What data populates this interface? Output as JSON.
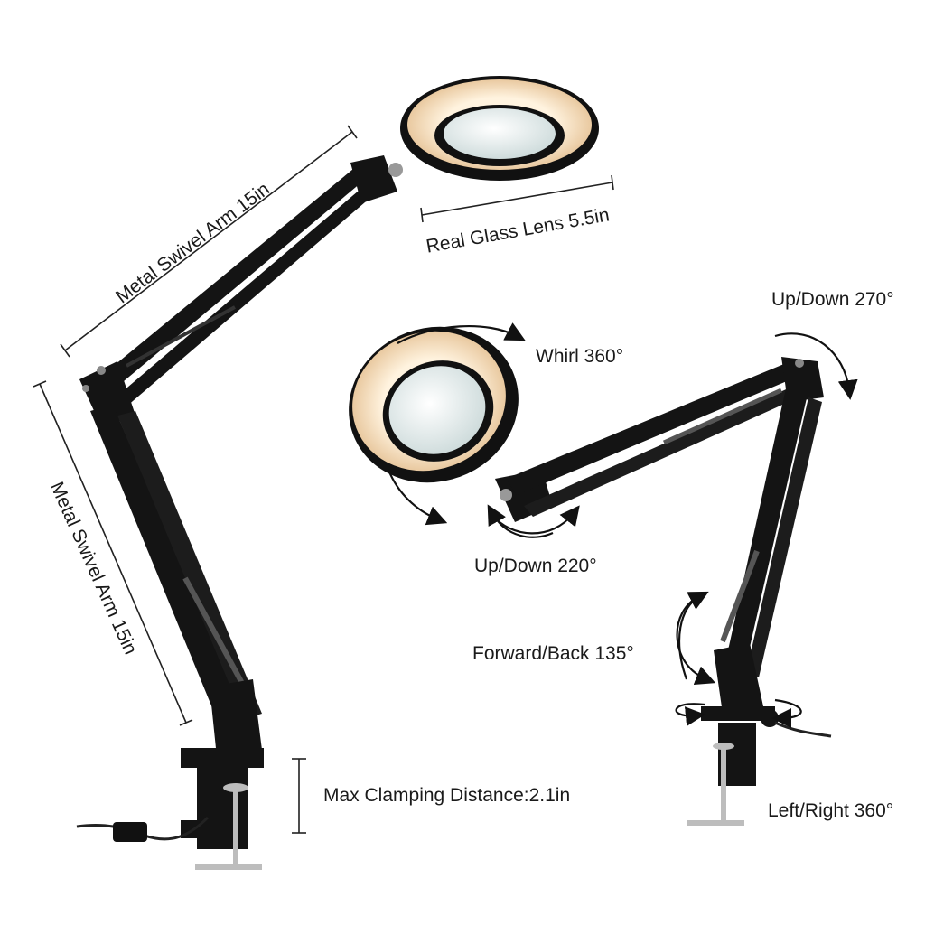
{
  "labels": {
    "arm_upper": "Metal Swivel Arm 15in",
    "arm_lower": "Metal Swivel Arm 15in",
    "lens": "Real Glass Lens 5.5in",
    "clamp": "Max Clamping Distance:2.1in",
    "up_down_270": "Up/Down 270°",
    "whirl": "Whirl 360°",
    "up_down_220": "Up/Down 220°",
    "forward_back": "Forward/Back 135°",
    "left_right": "Left/Right 360°"
  },
  "colors": {
    "lamp_body": "#141414",
    "lamp_glow": "#f5e3c8",
    "lens_glass": "#dfe8e8",
    "metal": "#b8b8b8",
    "dimension_line": "#222222"
  }
}
